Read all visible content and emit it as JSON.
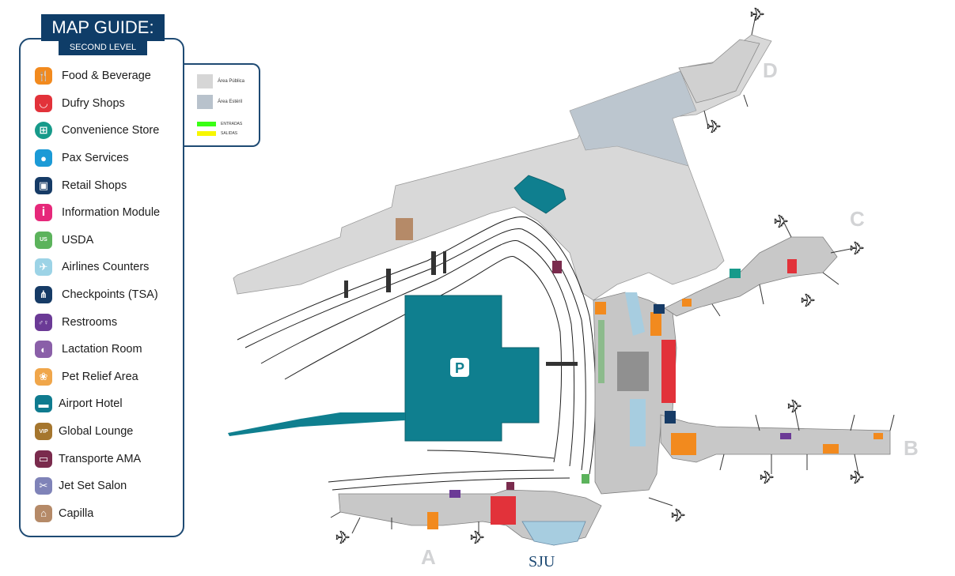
{
  "guide": {
    "title": "MAP GUIDE:",
    "subtitle": "SECOND LEVEL",
    "items": [
      {
        "label": "Food & Beverage",
        "icon": "fork-knife-icon",
        "color": "#f28a1e",
        "glyph": "🍴"
      },
      {
        "label": "Dufry Shops",
        "icon": "dufry-icon",
        "color": "#e2323a",
        "glyph": "◡"
      },
      {
        "label": "Convenience Store",
        "icon": "basket-icon",
        "color": "#179a8a",
        "glyph": "⊞"
      },
      {
        "label": "Pax Services",
        "icon": "person-icon",
        "color": "#1b9ad6",
        "glyph": "●"
      },
      {
        "label": "Retail Shops",
        "icon": "shopping-bag-icon",
        "color": "#163b66",
        "glyph": "▣"
      },
      {
        "label": "Information Module",
        "icon": "info-icon",
        "color": "#e6287a",
        "glyph": "i"
      },
      {
        "label": "USDA",
        "icon": "usda-icon",
        "color": "#5cb35c",
        "glyph": "US"
      },
      {
        "label": "Airlines Counters",
        "icon": "airplane-icon",
        "color": "#9cd3e6",
        "glyph": "✈"
      },
      {
        "label": "Checkpoints (TSA)",
        "icon": "checkpoint-icon",
        "color": "#163b66",
        "glyph": "⋔"
      },
      {
        "label": "Restrooms",
        "icon": "restroom-icon",
        "color": "#6b3a96",
        "glyph": "♂♀"
      },
      {
        "label": "Lactation Room",
        "icon": "lactation-icon",
        "color": "#8a5fa8",
        "glyph": "◐"
      },
      {
        "label": "Pet Relief Area",
        "icon": "paw-icon",
        "color": "#f0a64a",
        "glyph": "❀"
      },
      {
        "label": "Airport Hotel",
        "icon": "bed-icon",
        "color": "#0f7b8f",
        "glyph": "▬"
      },
      {
        "label": "Global Lounge",
        "icon": "vip-icon",
        "color": "#a5762e",
        "glyph": "VIP"
      },
      {
        "label": "Transporte AMA",
        "icon": "bus-icon",
        "color": "#7a2b4d",
        "glyph": "▭"
      },
      {
        "label": "Jet Set Salon",
        "icon": "scissors-icon",
        "color": "#7f83b8",
        "glyph": "✂"
      },
      {
        "label": "Capilla",
        "icon": "chapel-icon",
        "color": "#b58a68",
        "glyph": "⌂"
      }
    ]
  },
  "area_key": {
    "public_label": "Área Pública",
    "public_color": "#d6d6d6",
    "sterile_label": "Área Estéril",
    "sterile_color": "#b8c2cc",
    "entrances_label": "ENTRADAS",
    "entrances_color": "#39ff14",
    "exits_label": "SALIDAS",
    "exits_color": "#f7f700"
  },
  "map": {
    "parking_label": "P",
    "terminal_a": "A",
    "terminal_b": "B",
    "terminal_c": "C",
    "terminal_d": "D",
    "airport_code": "SJU",
    "colors": {
      "public": "#d8d8d8",
      "sterile": "#b8c2cc",
      "parking": "#0f7f8f",
      "hallway": "#c5d6e3"
    }
  }
}
